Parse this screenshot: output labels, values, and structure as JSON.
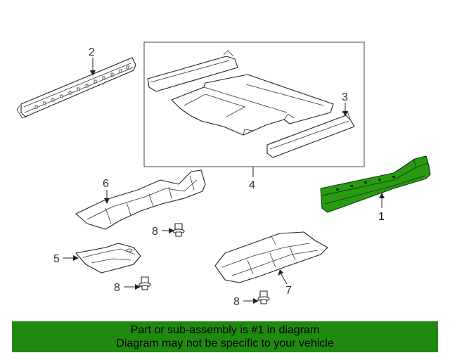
{
  "callouts": {
    "c1": "1",
    "c2": "2",
    "c3": "3",
    "c4": "4",
    "c5": "5",
    "c6": "6",
    "c7": "7",
    "c8a": "8",
    "c8b": "8",
    "c8c": "8"
  },
  "banner": {
    "line1": "Part or sub-assembly is #1 in diagram",
    "line2": "Diagram may not be specific to your vehicle"
  },
  "colors": {
    "highlight": "#2a9a12",
    "banner": "#1f8a0f"
  }
}
